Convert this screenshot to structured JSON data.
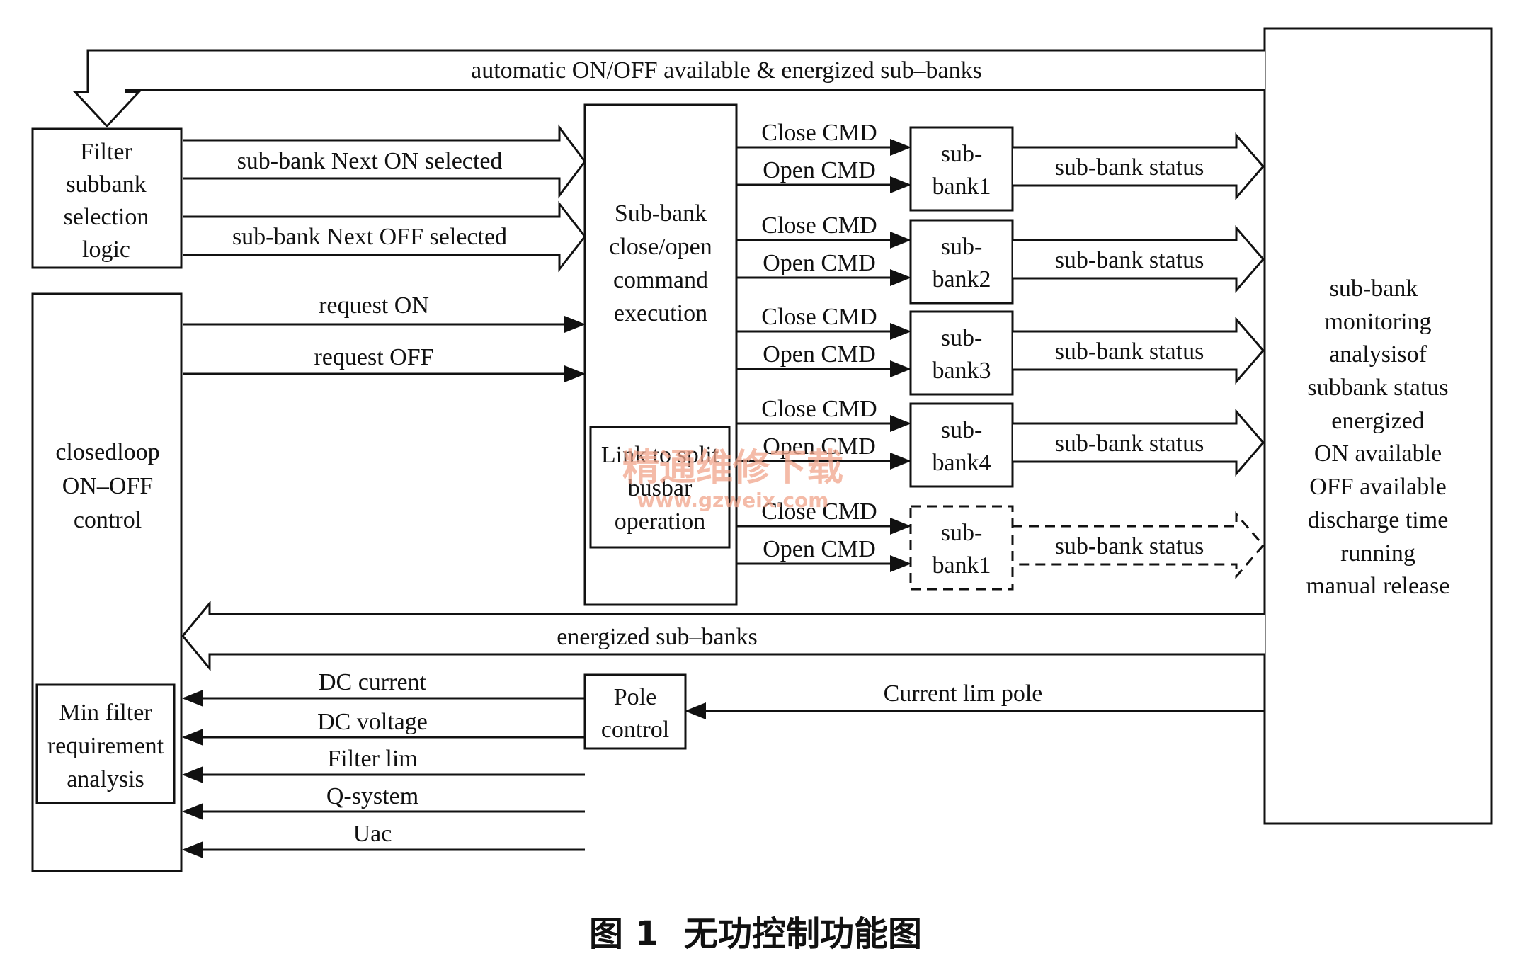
{
  "blocks": {
    "filter_selection": [
      "Filter",
      "subbank",
      "selection",
      "logic"
    ],
    "closedloop": [
      "closedloop",
      "ON–OFF",
      "control"
    ],
    "min_filter": [
      "Min filter",
      "requirement",
      "analysis"
    ],
    "command_execution": [
      "Sub-bank",
      "close/open",
      "command",
      "execution"
    ],
    "split_busbar": [
      "Link to split",
      "busbar",
      "operation"
    ],
    "pole_control": [
      "Pole",
      "control"
    ],
    "monitoring": [
      "sub-bank",
      "monitoring",
      "analysisof",
      "subbank status",
      "energized",
      "ON available",
      "OFF available",
      "discharge time",
      "running",
      "manual release"
    ],
    "subbanks": [
      {
        "line1": "sub-",
        "line2": "bank1"
      },
      {
        "line1": "sub-",
        "line2": "bank2"
      },
      {
        "line1": "sub-",
        "line2": "bank3"
      },
      {
        "line1": "sub-",
        "line2": "bank4"
      },
      {
        "line1": "sub-",
        "line2": "bank1"
      }
    ]
  },
  "signals": {
    "automatic_feedback": "automatic ON/OFF available & energized sub–banks",
    "next_on": "sub-bank Next ON selected",
    "next_off": "sub-bank Next OFF selected",
    "request_on": "request ON",
    "request_off": "request OFF",
    "close_cmd": "Close CMD",
    "open_cmd": "Open CMD",
    "status": "sub-bank status",
    "energized": "energized sub–banks",
    "current_lim": "Current lim pole",
    "inputs": [
      "DC current",
      "DC voltage",
      "Filter lim",
      "Q-system",
      "Uac"
    ]
  },
  "watermark": {
    "cn": "精通维修下载",
    "url": "www.gzweix.com"
  },
  "caption": {
    "number": "图 1",
    "title": "无功控制功能图"
  }
}
